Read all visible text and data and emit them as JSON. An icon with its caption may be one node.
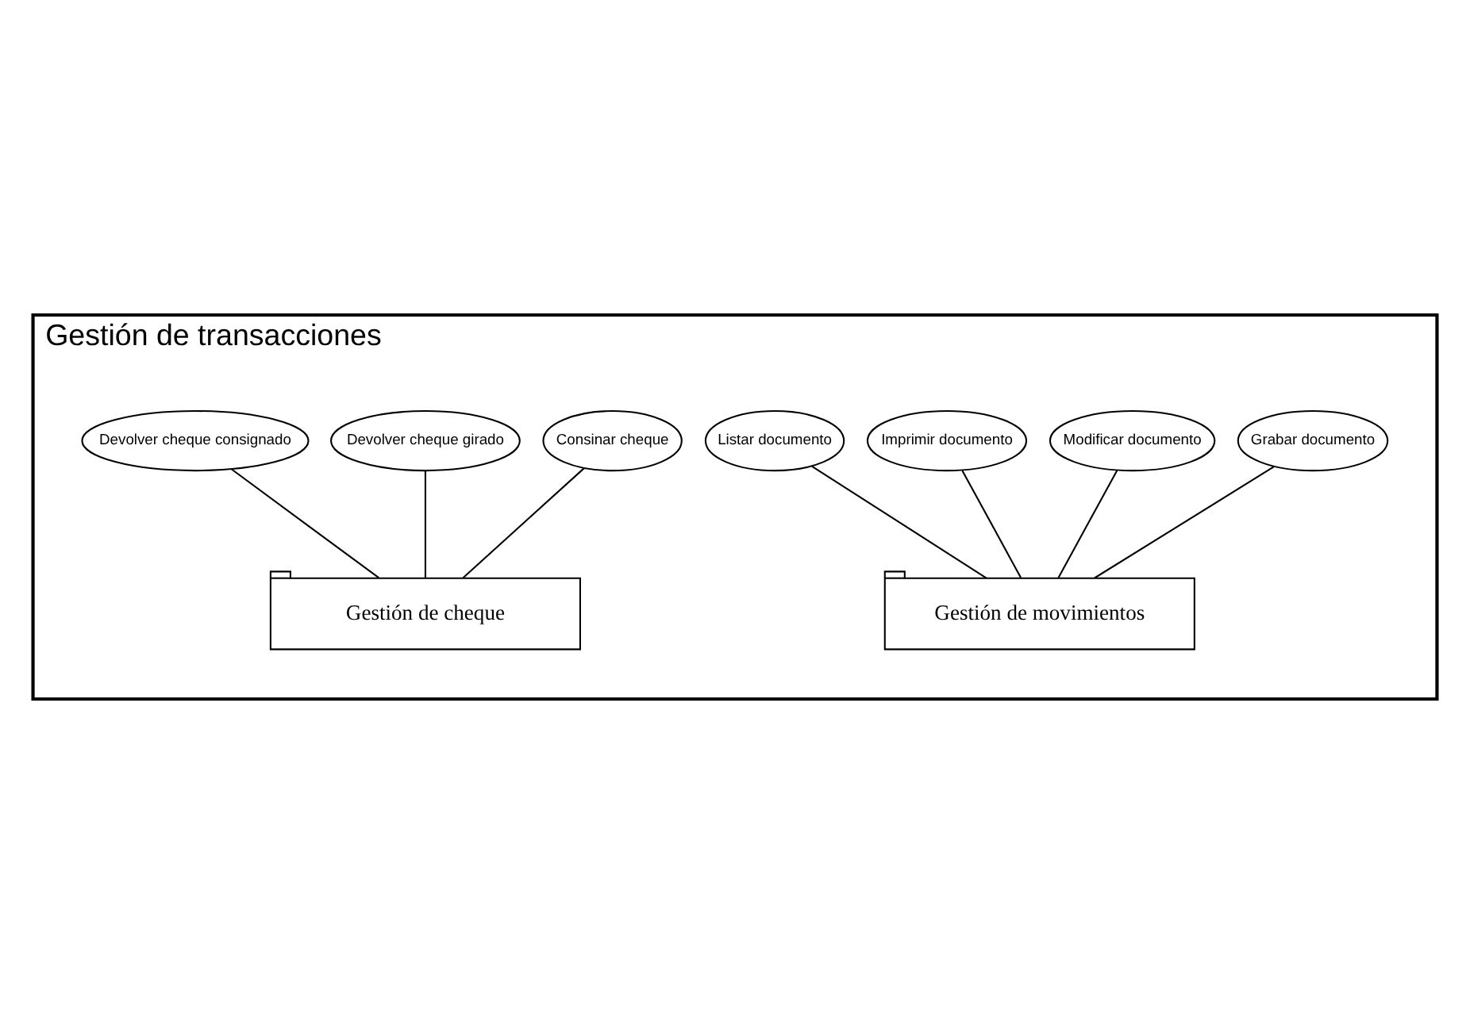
{
  "diagram": {
    "nodes": [
      {
        "text": [
          "Gestión de transacciones"
        ]
      },
      {
        "text": [
          "Grabar documento"
        ],
        "in": 0
      },
      {
        "text": [
          "Modificar documento"
        ],
        "in": 0
      },
      {
        "text": [
          "Imprimir documento"
        ],
        "in": 0
      },
      {
        "text": [
          "Listar documento"
        ],
        "in": 0
      },
      {
        "text": [
          "Consinar cheque"
        ],
        "in": 0
      },
      {
        "text": [
          "Devolver cheque girado"
        ],
        "in": 0
      },
      {
        "text": [
          "Devolver cheque consignado"
        ],
        "in": 0
      },
      {
        "text": [
          "Gestión de movimientos"
        ],
        "in": 0
      },
      {
        "text": [
          "Gestión de cheque"
        ],
        "in": 0
      }
    ],
    "edges": [
      {
        "from": 1,
        "to": 8,
        "arrow": "none"
      },
      {
        "from": 2,
        "to": 8,
        "arrow": "none"
      },
      {
        "from": 3,
        "to": 8,
        "arrow": "none"
      },
      {
        "from": 4,
        "to": 8,
        "arrow": "none"
      },
      {
        "from": 5,
        "to": 9,
        "arrow": "none"
      },
      {
        "from": 6,
        "to": 9,
        "arrow": "none"
      },
      {
        "from": 7,
        "to": 9,
        "arrow": "none"
      }
    ]
  }
}
